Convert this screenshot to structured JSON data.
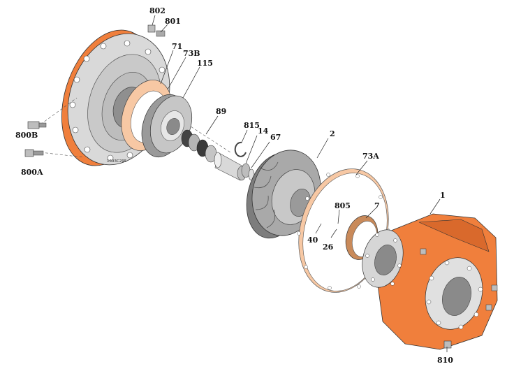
{
  "drawing_code": "1693C295",
  "colors": {
    "casing": "#f07f3c",
    "casing_dark": "#c95a1e",
    "gasket": "#f7c8a4",
    "metal": "#b9b9b9",
    "metal_dark": "#6f6f6f",
    "metal_light": "#dedede"
  },
  "parts": [
    {
      "id": "802",
      "label": "802"
    },
    {
      "id": "801",
      "label": "801"
    },
    {
      "id": "71",
      "label": "71"
    },
    {
      "id": "73B",
      "label": "73B"
    },
    {
      "id": "115",
      "label": "115"
    },
    {
      "id": "89",
      "label": "89"
    },
    {
      "id": "815",
      "label": "815"
    },
    {
      "id": "14",
      "label": "14"
    },
    {
      "id": "67",
      "label": "67"
    },
    {
      "id": "2",
      "label": "2"
    },
    {
      "id": "73A",
      "label": "73A"
    },
    {
      "id": "1",
      "label": "1"
    },
    {
      "id": "805",
      "label": "805"
    },
    {
      "id": "7",
      "label": "7"
    },
    {
      "id": "40",
      "label": "40"
    },
    {
      "id": "26",
      "label": "26"
    },
    {
      "id": "800B",
      "label": "800B"
    },
    {
      "id": "800A",
      "label": "800A"
    },
    {
      "id": "810",
      "label": "810"
    }
  ]
}
